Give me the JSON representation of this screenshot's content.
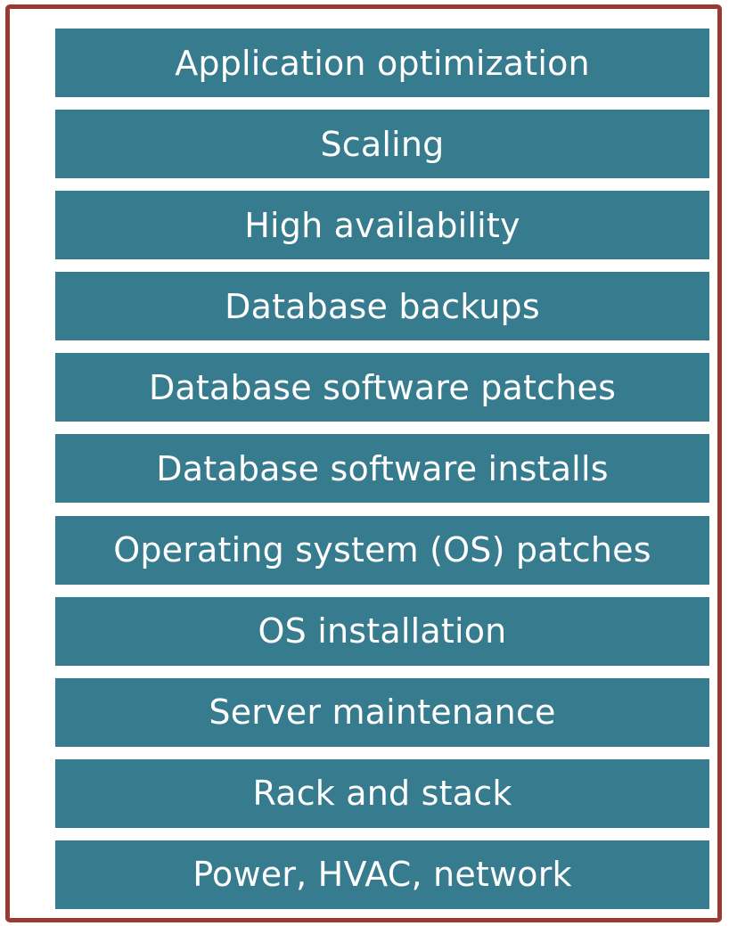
{
  "layers": [
    "Application optimization",
    "Scaling",
    "High availability",
    "Database backups",
    "Database software patches",
    "Database software installs",
    "Operating system (OS) patches",
    "OS installation",
    "Server maintenance",
    "Rack and stack",
    "Power, HVAC, network"
  ],
  "colors": {
    "layer_fill": "#367b8e",
    "layer_text": "#ffffff",
    "frame_border": "#9b3a33"
  }
}
